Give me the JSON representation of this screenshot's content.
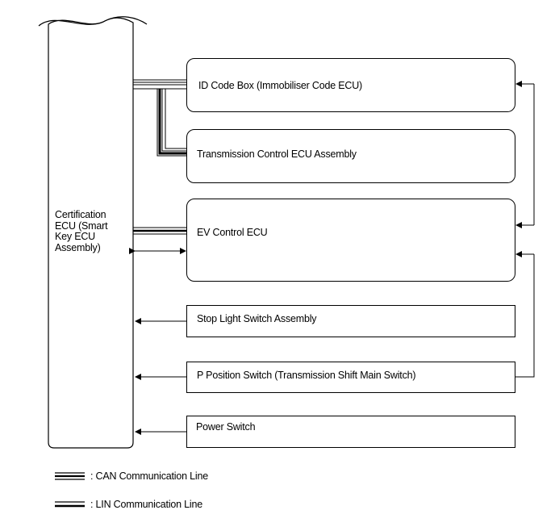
{
  "certification_ecu": {
    "label_lines": [
      "Certification",
      "ECU (Smart",
      "Key ECU",
      "Assembly)"
    ]
  },
  "boxes": {
    "id_code_box": "ID Code Box (Immobiliser Code ECU)",
    "transmission_ecu": "Transmission Control ECU Assembly",
    "ev_control_ecu": "EV Control ECU",
    "stop_light_switch": "Stop Light Switch Assembly",
    "p_position_switch": "P Position Switch (Transmission Shift Main Switch)",
    "power_switch": "Power Switch"
  },
  "legend": {
    "can": ": CAN Communication Line",
    "lin": ": LIN Communication Line"
  }
}
